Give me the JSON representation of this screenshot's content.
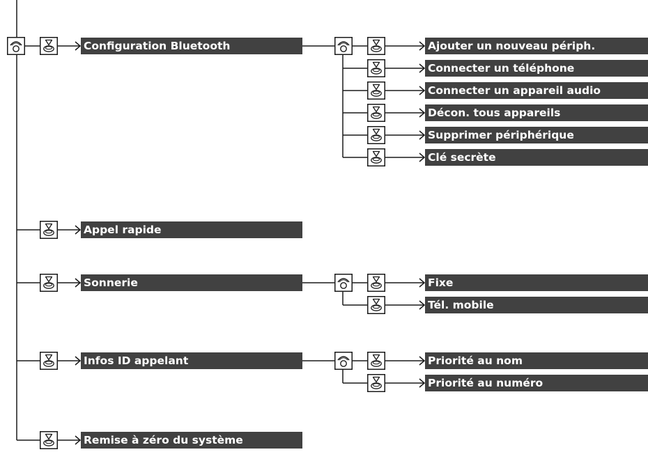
{
  "diagram": {
    "main_items": [
      {
        "label": "Configuration Bluetooth"
      },
      {
        "label": "Appel rapide"
      },
      {
        "label": "Sonnerie"
      },
      {
        "label": "Infos ID appelant"
      },
      {
        "label": "Remise à zéro du système"
      }
    ],
    "bluetooth_submenu": [
      {
        "label": "Ajouter un nouveau périph."
      },
      {
        "label": "Connecter un téléphone"
      },
      {
        "label": "Connecter un appareil audio"
      },
      {
        "label": "Décon. tous appareils"
      },
      {
        "label": "Supprimer périphérique"
      },
      {
        "label": "Clé secrète"
      }
    ],
    "ringtone_submenu": [
      {
        "label": "Fixe"
      },
      {
        "label": "Tél. mobile"
      }
    ],
    "caller_id_submenu": [
      {
        "label": "Priorité au nom"
      },
      {
        "label": "Priorité au numéro"
      }
    ]
  },
  "colors": {
    "label_bg": "#414141",
    "label_text": "#ffffff",
    "line": "#1a1a1a"
  },
  "icons": {
    "phone_button": "phone-icon",
    "select_button": "select-knob-icon"
  }
}
